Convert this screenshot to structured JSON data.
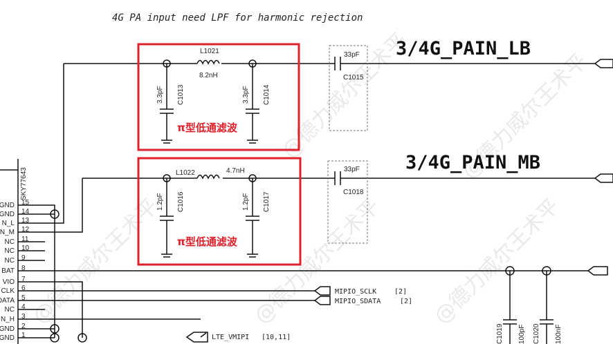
{
  "title": "4G PA input need LPF for harmonic rejection",
  "nets": {
    "lb": "3/4G_PAIN_LB",
    "mb": "3/4G_PAIN_MB"
  },
  "lb_filter": {
    "inductor": "L1021",
    "inductor_value": "8.2nH",
    "cap1": "C1013",
    "cap1_value": "3.3pF",
    "cap2": "C1014",
    "cap2_value": "3.3pF",
    "label": "π型低通滤波"
  },
  "mb_filter": {
    "inductor": "L1022",
    "inductor_value": "4.7nH",
    "cap1": "C1016",
    "cap1_value": "1.2pF",
    "cap2": "C1017",
    "cap2_value": "1.2pF",
    "label": "π型低通滤波"
  },
  "series_caps": [
    {
      "ref": "C1015",
      "value": "33pF"
    },
    {
      "ref": "C1018",
      "value": "33pF"
    }
  ],
  "bypass_caps": [
    {
      "ref": "C1019",
      "value": "100pF"
    },
    {
      "ref": "C1020",
      "value": "100nF"
    }
  ],
  "chip": {
    "part": "SKY77643",
    "pins": [
      {
        "num": "15",
        "name": "GND"
      },
      {
        "num": "14",
        "name": "GND"
      },
      {
        "num": "13",
        "name": "N_L"
      },
      {
        "num": "12",
        "name": "N_M"
      },
      {
        "num": "11",
        "name": "NC"
      },
      {
        "num": "10",
        "name": "NC"
      },
      {
        "num": "9",
        "name": "NC"
      },
      {
        "num": "8",
        "name": "BAT"
      },
      {
        "num": "7",
        "name": "VIO"
      },
      {
        "num": "6",
        "name": "CLK"
      },
      {
        "num": "5",
        "name": "DATA"
      },
      {
        "num": "4",
        "name": "NC"
      },
      {
        "num": "3",
        "name": "N_H"
      },
      {
        "num": "2",
        "name": "GND"
      },
      {
        "num": "1",
        "name": "GND"
      }
    ]
  },
  "ports": [
    {
      "name": "MIPIO_SCLK",
      "ref": "[2]"
    },
    {
      "name": "MIPIO_SDATA",
      "ref": "[2]"
    },
    {
      "name": "LTE_VMIPI",
      "ref": "[10,11]"
    }
  ],
  "watermark": "@德力威尔王术平",
  "colors": {
    "highlight": "#e0202a",
    "wire": "#111111"
  }
}
